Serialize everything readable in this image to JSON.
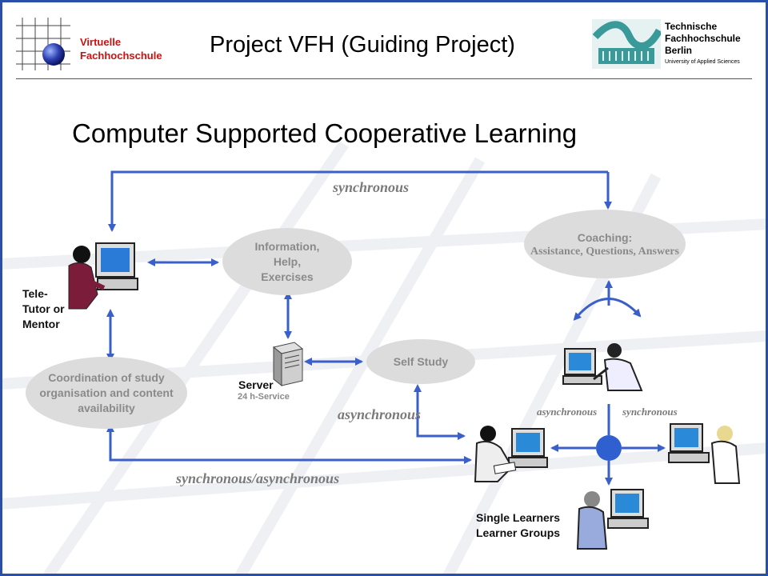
{
  "header": {
    "logo_left_line1": "Virtuelle",
    "logo_left_line2": "Fachhochschule",
    "title": "Project VFH (Guiding Project)",
    "logo_right_line1": "Technische",
    "logo_right_line2": "Fachhochschule",
    "logo_right_line3": "Berlin",
    "logo_right_sub": "University of Applied Sciences"
  },
  "main_title": "Computer Supported Cooperative Learning",
  "nodes": {
    "info": {
      "line1": "Information,",
      "line2": "Help,",
      "line3": "Exercises"
    },
    "coaching": {
      "line1": "Coaching:",
      "line2": "Assistance, Questions, Answers"
    },
    "coordination": {
      "line1": "Coordination of  study",
      "line2": "organisation and content",
      "line3": "availability"
    },
    "self_study": "Self Study",
    "server": {
      "label": "Server",
      "sub": "24 h-Service"
    },
    "tutor": {
      "line1": "Tele-",
      "line2": "Tutor or",
      "line3": "Mentor"
    },
    "learners": {
      "line1": "Single Learners",
      "line2": "Learner Groups"
    }
  },
  "edge_labels": {
    "top": "synchronous",
    "async_self": "asynchronous",
    "bottom": "synchronous/asynchronous",
    "right_async": "asynchronous",
    "right_sync": "synchronous"
  },
  "colors": {
    "arrow": "#3a5fc8",
    "frame": "#2a4fa8",
    "ellipse_fill": "#dcdcdc",
    "ellipse_text": "#8a8a8a",
    "logo_red": "#cc1111",
    "logo_teal": "#3a9a9a",
    "hub": "#3060d0"
  },
  "icons": [
    "grid-sphere-logo-icon",
    "tfh-wave-logo-icon",
    "server-tower-icon",
    "person-at-computer-icon",
    "hub-circle-icon"
  ]
}
